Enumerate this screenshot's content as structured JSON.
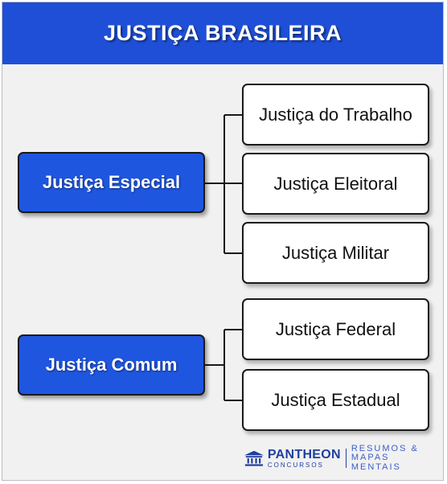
{
  "header": {
    "title": "JUSTIÇA BRASILEIRA"
  },
  "groups": [
    {
      "label": "Justiça Especial",
      "children": [
        "Justiça do Trabalho",
        "Justiça Eleitoral",
        "Justiça Militar"
      ]
    },
    {
      "label": "Justiça Comum",
      "children": [
        "Justiça Federal",
        "Justiça Estadual"
      ]
    }
  ],
  "brand": {
    "name": "PANTHEON",
    "sub": "CONCURSOS",
    "tagline_1": "RESUMOS &",
    "tagline_2": "MAPAS MENTAIS",
    "logo_icon": "temple-icon"
  },
  "colors": {
    "header": "#1f4fd6",
    "primary_node": "#1f56e0",
    "leaf_node": "#ffffff",
    "background": "#f1f1f1",
    "brand": "#1f3fa0"
  }
}
